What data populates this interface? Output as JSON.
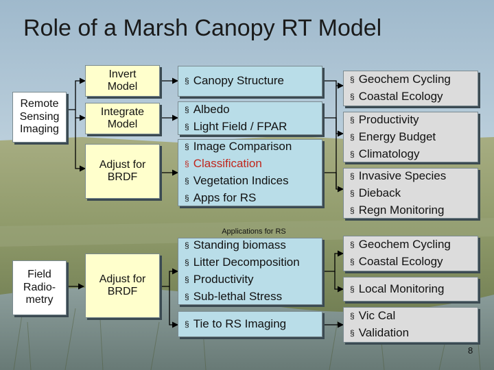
{
  "title": "Role of a Marsh Canopy RT Model",
  "caption": "Applications for RS",
  "page_number": "8",
  "bullet": "§",
  "colors": {
    "yellow_box": "#ffffcc",
    "blue_box": "#b9dde8",
    "gray_box": "#dcdcdc",
    "highlight_text": "#c0261c",
    "arrow": "#000000"
  },
  "sources": {
    "remote": [
      "Remote",
      "Sensing",
      "Imaging"
    ],
    "field": [
      "Field",
      "Radio-",
      "metry"
    ]
  },
  "steps": {
    "invert": [
      "Invert",
      "Model"
    ],
    "integrate": [
      "Integrate",
      "Model"
    ],
    "adjust_top": [
      "Adjust for",
      "BRDF"
    ],
    "adjust_bottom": [
      "Adjust for",
      "BRDF"
    ]
  },
  "outputs": {
    "canopy": [
      "Canopy Structure"
    ],
    "albedo": [
      "Albedo",
      "Light Field / FPAR"
    ],
    "image": [
      {
        "text": "Image Comparison",
        "highlight": false
      },
      {
        "text": "Classification",
        "highlight": true
      },
      {
        "text": "Vegetation Indices",
        "highlight": false
      },
      {
        "text": "Apps for RS",
        "highlight": false
      }
    ],
    "field_out": [
      "Standing biomass",
      "Litter Decomposition",
      "Productivity",
      "Sub-lethal Stress"
    ],
    "tie": [
      "Tie to RS Imaging"
    ]
  },
  "applications": {
    "geochem_top": [
      "Geochem Cycling",
      "Coastal Ecology"
    ],
    "productivity": [
      "Productivity",
      "Energy Budget",
      "Climatology"
    ],
    "invasive": [
      "Invasive Species",
      "Dieback",
      "Regn Monitoring"
    ],
    "geochem_bottom": [
      "Geochem Cycling",
      "Coastal Ecology"
    ],
    "local": [
      "Local Monitoring"
    ],
    "vical": [
      "Vic Cal",
      "Validation"
    ]
  }
}
